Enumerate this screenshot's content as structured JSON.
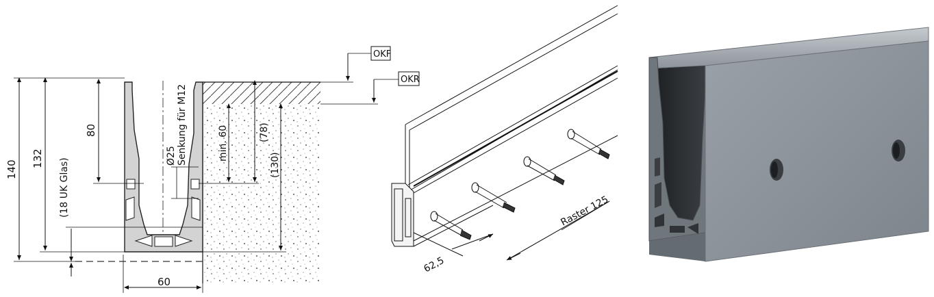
{
  "section_drawing": {
    "dimensions": {
      "d140": "140",
      "d132": "132",
      "d18": "(18 UK Glas)",
      "d80": "80",
      "countersink": "Senkung für M12",
      "dia": "Ø25",
      "min60": "min. 60",
      "d78": "(78)",
      "d130": "(130)",
      "d60": "60"
    },
    "tags": {
      "okf": "OKF",
      "okr": "OKR"
    }
  },
  "iso_drawing": {
    "labels": {
      "raster": "Raster 125",
      "d625": "62,5"
    }
  },
  "render": {
    "colors": {
      "body": "#8e959c",
      "body_dark": "#5b6167",
      "inner": "#2b2e31"
    }
  }
}
